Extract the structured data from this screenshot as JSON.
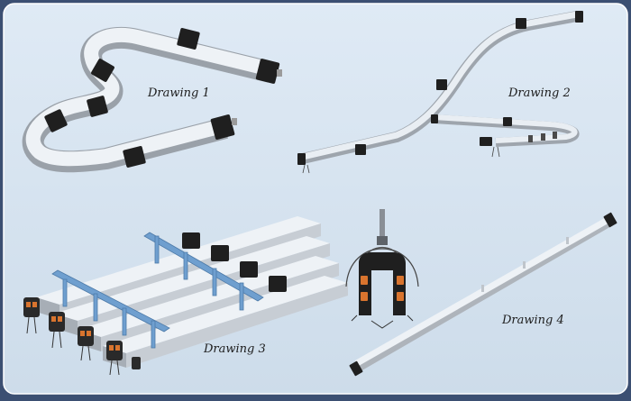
{
  "captions": {
    "drawing1": "Drawing 1",
    "drawing2": "Drawing 2",
    "drawing3": "Drawing 3",
    "drawing4": "Drawing 4"
  },
  "colors": {
    "frame": "#3b4f72",
    "background": "#d9e6f2",
    "rail_top": "#f1f4f7",
    "rail_side": "#aeb4bb",
    "connector": "#1e1e1e",
    "hanger_bar": "#6f9fcf",
    "collector_brush": "#d9742e"
  }
}
